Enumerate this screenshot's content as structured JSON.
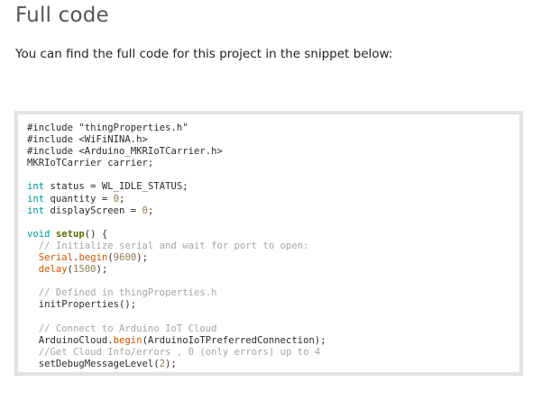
{
  "page": {
    "title": "Full code",
    "intro": "You can find the full code for this project in the snippet below:"
  },
  "code": {
    "lines": [
      [
        {
          "t": "#include \"thingProperties.h\"",
          "c": "pl"
        }
      ],
      [
        {
          "t": "#include <WiFiNINA.h>",
          "c": "pl"
        }
      ],
      [
        {
          "t": "#include <Arduino_MKRIoTCarrier.h>",
          "c": "pl"
        }
      ],
      [
        {
          "t": "MKRIoTCarrier carrier;",
          "c": "pl"
        }
      ],
      [],
      [
        {
          "t": "int",
          "c": "kw"
        },
        {
          "t": " status = WL_IDLE_STATUS;",
          "c": "pl"
        }
      ],
      [
        {
          "t": "int",
          "c": "kw"
        },
        {
          "t": " quantity = ",
          "c": "pl"
        },
        {
          "t": "0",
          "c": "num"
        },
        {
          "t": ";",
          "c": "pl"
        }
      ],
      [
        {
          "t": "int",
          "c": "kw"
        },
        {
          "t": " displayScreen = ",
          "c": "pl"
        },
        {
          "t": "0",
          "c": "num"
        },
        {
          "t": ";",
          "c": "pl"
        }
      ],
      [],
      [
        {
          "t": "void",
          "c": "kw"
        },
        {
          "t": " ",
          "c": "pl"
        },
        {
          "t": "setup",
          "c": "bold"
        },
        {
          "t": "() {",
          "c": "pl"
        }
      ],
      [
        {
          "t": "  // Initialize serial and wait for port to open:",
          "c": "cm"
        }
      ],
      [
        {
          "t": "  ",
          "c": "pl"
        },
        {
          "t": "Serial",
          "c": "fn"
        },
        {
          "t": ".",
          "c": "pl"
        },
        {
          "t": "begin",
          "c": "fn"
        },
        {
          "t": "(",
          "c": "pl"
        },
        {
          "t": "9600",
          "c": "num"
        },
        {
          "t": ");",
          "c": "pl"
        }
      ],
      [
        {
          "t": "  ",
          "c": "pl"
        },
        {
          "t": "delay",
          "c": "fn"
        },
        {
          "t": "(",
          "c": "pl"
        },
        {
          "t": "1500",
          "c": "num"
        },
        {
          "t": ");",
          "c": "pl"
        }
      ],
      [],
      [
        {
          "t": "  // Defined in thingProperties.h",
          "c": "cm"
        }
      ],
      [
        {
          "t": "  initProperties();",
          "c": "pl"
        }
      ],
      [],
      [
        {
          "t": "  // Connect to Arduino IoT Cloud",
          "c": "cm"
        }
      ],
      [
        {
          "t": "  ArduinoCloud.",
          "c": "pl"
        },
        {
          "t": "begin",
          "c": "fn"
        },
        {
          "t": "(ArduinoIoTPreferredConnection);",
          "c": "pl"
        }
      ],
      [
        {
          "t": "  //Get Cloud Info/errors , 0 (only errors) up to 4",
          "c": "cm"
        }
      ],
      [
        {
          "t": "  setDebugMessageLevel(",
          "c": "pl"
        },
        {
          "t": "2",
          "c": "num"
        },
        {
          "t": ");",
          "c": "pl"
        }
      ]
    ]
  }
}
